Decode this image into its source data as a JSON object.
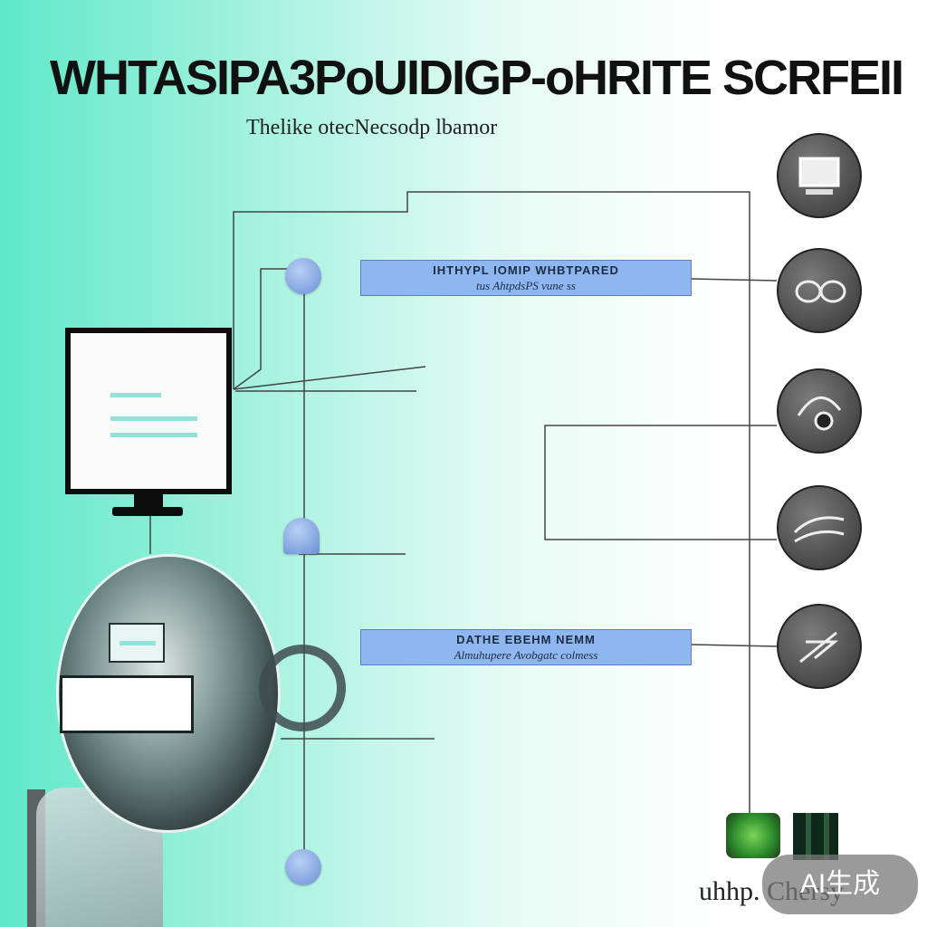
{
  "title": "WHTASIPA3PoUIDIGP-oHRITE SCRFEII",
  "subtitle": "Thelike  otecNecsodp  lbamor",
  "label_boxes": [
    {
      "line1": "IHTHYPL  IOMIP WHBTPARED",
      "line2": "tus AhtpdsPS  vune ss"
    },
    {
      "line1": "DATHE EBEHM NEMM",
      "line2": "Almuhupere  Avobgatc colmess"
    }
  ],
  "icons": [
    "monitor-icon",
    "glasses-icon",
    "headset-icon",
    "wave-icon",
    "pen-icon"
  ],
  "brand_text": "uhhp.  Chersy",
  "badge_text": "AI生成",
  "colors": {
    "accent": "#5fe8c9",
    "box": "#8eb7f0",
    "node": "#6a8fd6"
  }
}
